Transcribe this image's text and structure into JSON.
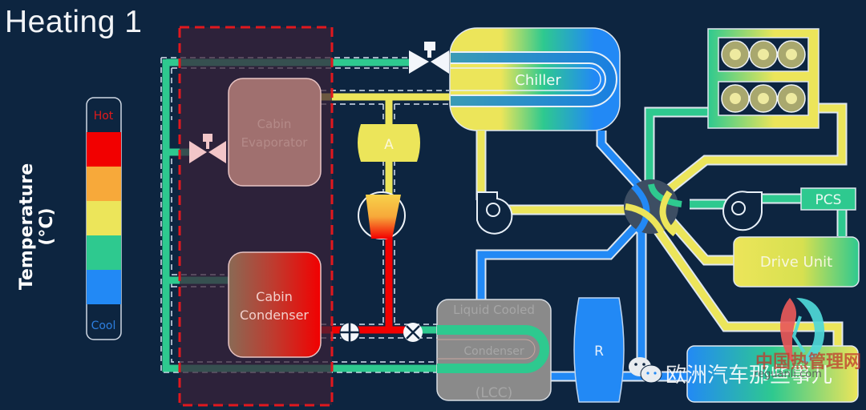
{
  "title": "Heating 1",
  "legend": {
    "axis_label": "Temperature (°C)",
    "hot_label": "Hot",
    "cool_label": "Cool",
    "colors": [
      "#f20000",
      "#f7a93a",
      "#ece55a",
      "#2ec98f",
      "#2289f5"
    ],
    "hot_color": "#e21a1a",
    "cool_color": "#2d7fe0"
  },
  "components": {
    "cabin_evaporator": "Cabin\nEvaporator",
    "cabin_evaporator_lines": [
      "Cabin",
      "Evaporator"
    ],
    "cabin_condenser_lines": [
      "Cabin",
      "Condenser"
    ],
    "chiller": "Chiller",
    "accumulator": "A",
    "lcc_lines": [
      "Liquid Cooled",
      "Condenser",
      "(LCC)"
    ],
    "radiator": "R",
    "pcs": "PCS",
    "drive_unit": "Drive Unit"
  },
  "watermark": {
    "wechat_text": "欧洲汽车那些事儿",
    "site_cn": "中国热管理网",
    "site_url": "reguanli.com"
  },
  "colors": {
    "background": "#0d2540",
    "hot": "#f20000",
    "warm": "#f7a93a",
    "mid": "#ece55a",
    "cool_green": "#2ec98f",
    "cold": "#2289f5",
    "inactive_zone": "#3a2138",
    "inactive_box": "#a0706f",
    "zone_border": "#e0181e",
    "lcc_box": "#8a8a8a"
  }
}
